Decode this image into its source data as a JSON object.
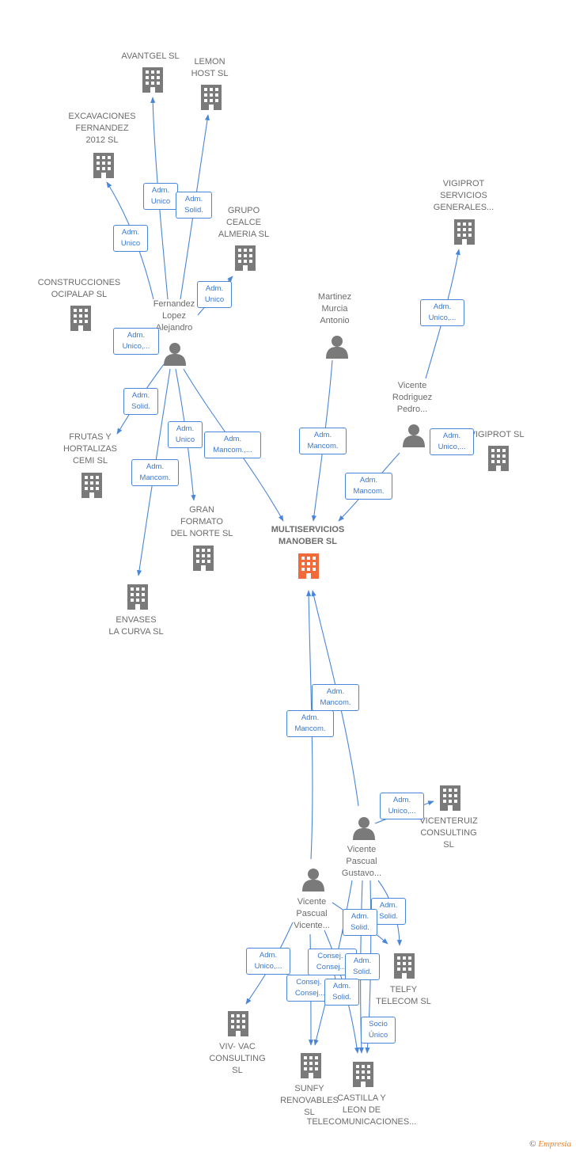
{
  "colors": {
    "edge": "#4a86d8",
    "company": "#7a7a7a",
    "main_company": "#f26a3a",
    "person": "#7a7a7a"
  },
  "nodes": {
    "avantgel": {
      "label": "AVANTGEL  SL",
      "type": "company"
    },
    "lemon": {
      "label": "LEMON\nHOST  SL",
      "type": "company"
    },
    "excavaciones": {
      "label": "EXCAVACIONES\nFERNANDEZ\n2012 SL",
      "type": "company"
    },
    "grupo_cealce": {
      "label": "GRUPO\nCEALCE\nALMERIA SL",
      "type": "company"
    },
    "construcciones": {
      "label": "CONSTRUCCIONES\nOCIPALAP  SL",
      "type": "company"
    },
    "fernandez": {
      "label": "Fernandez\nLopez\nAlejandro",
      "type": "person"
    },
    "martinez": {
      "label": "Martinez\nMurcia\nAntonio",
      "type": "person"
    },
    "vigiprot_generales": {
      "label": "VIGIPROT\nSERVICIOS\nGENERALES...",
      "type": "company"
    },
    "vicente_rodriguez": {
      "label": "Vicente\nRodriguez\nPedro...",
      "type": "person"
    },
    "vigiprot_sl": {
      "label": "VIGIPROT SL",
      "type": "company"
    },
    "frutas": {
      "label": "FRUTAS Y\nHORTALIZAS\nCEMI  SL",
      "type": "company"
    },
    "gran_formato": {
      "label": "GRAN\nFORMATO\nDEL NORTE SL",
      "type": "company"
    },
    "multiservicios": {
      "label": "MULTISERVICIOS\nMANOBER  SL",
      "type": "main"
    },
    "envases": {
      "label": "ENVASES\nLA CURVA SL",
      "type": "company"
    },
    "vicenteruiz": {
      "label": "VICENTERUIZ\nCONSULTING\nSL",
      "type": "company"
    },
    "vicente_gustavo": {
      "label": "Vicente\nPascual\nGustavo...",
      "type": "person"
    },
    "vicente_pascual": {
      "label": "Vicente\nPascual\nVicente...",
      "type": "person"
    },
    "telfy": {
      "label": "TELFY\nTELECOM  SL",
      "type": "company"
    },
    "vivvac": {
      "label": "VIV- VAC\nCONSULTING\nSL",
      "type": "company"
    },
    "sunfy": {
      "label": "SUNFY\nRENOVABLES\nSL",
      "type": "company"
    },
    "castilla": {
      "label": "CASTILLA Y\nLEON DE\nTELECOMUNICACIONES...",
      "type": "company"
    }
  },
  "relations": {
    "r1": "Adm.\nUnico",
    "r2": "Adm.\nSolid.",
    "r3": "Adm.\nUnico",
    "r4": "Adm.\nUnico",
    "r5": "Adm.\nUnico,...",
    "r6": "Adm.\nSolid.",
    "r7": "Adm.\nUnico",
    "r8": "Adm.\nMancom.,...",
    "r9": "Adm.\nMancom.",
    "r10": "Adm.\nMancom.",
    "r11": "Adm.\nUnico,...",
    "r12": "Adm.\nUnico,...",
    "r13": "Adm.\nMancom.",
    "r14": "Adm.\nMancom.",
    "r15": "Adm.\nMancom.",
    "r16": "Adm.\nUnico,...",
    "r17": "Adm.\nSolid.",
    "r18": "Adm.\nSolid.",
    "r19": "Adm.\nUnico,...",
    "r20": "Consej. ,\nConsej....",
    "r21": "Adm.\nSolid.",
    "r22": "Consej. ,\nConsej....",
    "r23": "Adm.\nSolid.",
    "r24": "Socio\nÚnico"
  },
  "footer": {
    "copyright": "©",
    "brand": "Empresia"
  }
}
